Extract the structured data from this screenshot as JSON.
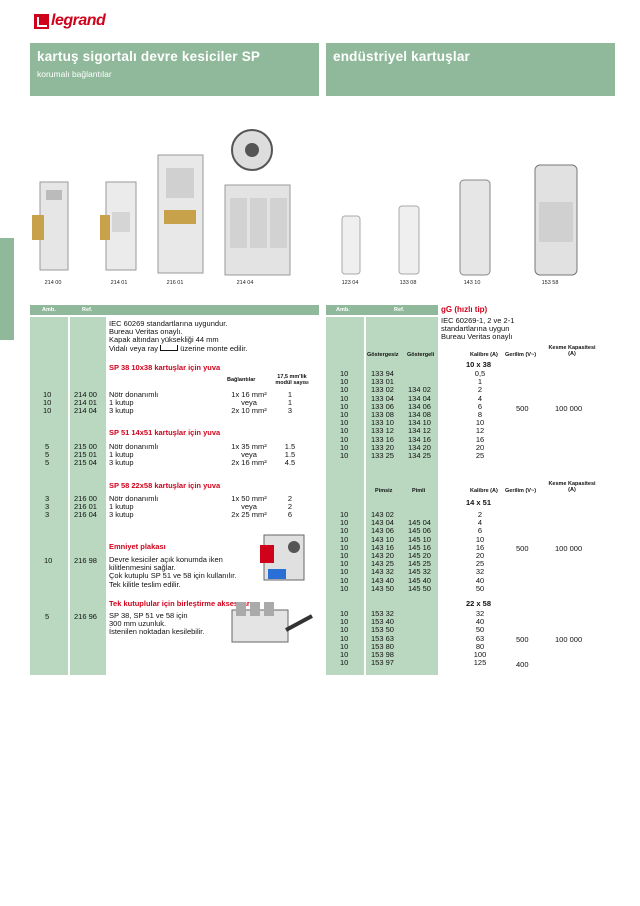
{
  "brand": "legrand",
  "left_header": {
    "title": "kartuş sigortalı devre kesiciler SP",
    "subtitle": "korumalı bağlantılar"
  },
  "right_header": {
    "title": "endüstriyel kartuşlar"
  },
  "product_captions": [
    "214 00",
    "214 01",
    "216 01",
    "214 04",
    "123 04",
    "133 08",
    "143 10",
    "153 58"
  ],
  "left_table": {
    "col_amb": "Amb.",
    "col_ref": "Ref.",
    "intro": [
      "IEC 60269 standartlarına uygundur.",
      "Bureau Veritas onaylı.",
      "Kapak altından yüksekliği 44 mm",
      "Vidalı veya ray",
      "üzerine monte edilir."
    ],
    "sp38_title": "SP 38 10x38 kartuşlar için yuva",
    "sp38_col1": "Bağlantılar",
    "sp38_col2": "17,5 mm'lik modül sayısı",
    "sp38_amb": [
      "10",
      "10",
      "10"
    ],
    "sp38_ref": [
      "214 00",
      "214 01",
      "214 04"
    ],
    "sp38_desc": [
      "Nötr donanımlı",
      "1 kutup",
      "3 kutup"
    ],
    "sp38_conn": [
      "1x 16 mm²",
      "veya",
      "2x 10 mm²"
    ],
    "sp38_mod": [
      "1",
      "1",
      "3"
    ],
    "sp51_title": "SP 51 14x51 kartuşlar için yuva",
    "sp51_amb": [
      "5",
      "5",
      "5"
    ],
    "sp51_ref": [
      "215 00",
      "215 01",
      "215 04"
    ],
    "sp51_desc": [
      "Nötr donanımlı",
      "1 kutup",
      "3 kutup"
    ],
    "sp51_conn": [
      "1x 35 mm²",
      "veya",
      "2x 16 mm²"
    ],
    "sp51_mod": [
      "1.5",
      "1.5",
      "4.5"
    ],
    "sp58_title": "SP 58 22x58 kartuşlar için yuva",
    "sp58_amb": [
      "3",
      "3",
      "3"
    ],
    "sp58_ref": [
      "216 00",
      "216 01",
      "216 04"
    ],
    "sp58_desc": [
      "Nötr donanımlı",
      "1 kutup",
      "3 kutup"
    ],
    "sp58_conn": [
      "1x 50 mm²",
      "veya",
      "2x 25 mm²"
    ],
    "sp58_mod": [
      "2",
      "2",
      "6"
    ],
    "safety_title": "Emniyet plakası",
    "safety_amb": "10",
    "safety_ref": "216 98",
    "safety_desc": [
      "Devre kesiciler açık konumda iken",
      "kilitlenmesini sağlar.",
      "Çok kutuplu SP 51 ve 58 için kullanılır.",
      "Tek kilitle teslim edilir."
    ],
    "busbar_title": "Tek kutuplular için birleştirme aksesuarı",
    "busbar_amb": "5",
    "busbar_ref": "216 96",
    "busbar_desc": [
      "SP 38, SP 51 ve 58 için",
      "300 mm uzunluk.",
      "İstenilen noktadan kesilebilir."
    ]
  },
  "right_table": {
    "col_amb": "Amb.",
    "col_ref": "Ref.",
    "gg_title": "gG (hızlı tip)",
    "intro": [
      "IEC 60269-1, 2 ve 2-1",
      "standartlarına uygun",
      "Bureau Veritas onaylı"
    ],
    "h_a": "Göstergesiz",
    "h_b": "Göstergeli",
    "h_kalibre": "Kalibre (A)",
    "h_gerilim": "Gerilim (V~)",
    "h_kesme": "Kesme Kapasitesi (A)",
    "s1_size": "10 x 38",
    "s1_amb": [
      "10",
      "10",
      "10",
      "10",
      "10",
      "10",
      "10",
      "10",
      "10",
      "10",
      "10"
    ],
    "s1_a": [
      "133 94",
      "133 01",
      "133 02",
      "133 04",
      "133 06",
      "133 08",
      "133 10",
      "133 12",
      "133 16",
      "133 20",
      "133 25"
    ],
    "s1_b": [
      "",
      "",
      "134 02",
      "134 04",
      "134 06",
      "134 08",
      "134 10",
      "134 12",
      "134 16",
      "134 20",
      "134 25"
    ],
    "s1_cal": [
      "0,5",
      "1",
      "2",
      "4",
      "6",
      "8",
      "10",
      "12",
      "16",
      "20",
      "25"
    ],
    "s1_volt": "500",
    "s1_kesme": "100 000",
    "h2_a": "Pimsiz",
    "h2_b": "Pimli",
    "s2_size": "14 x 51",
    "s2_amb": [
      "10",
      "10",
      "10",
      "10",
      "10",
      "10",
      "10",
      "10",
      "10",
      "10"
    ],
    "s2_a": [
      "143 02",
      "143 04",
      "143 06",
      "143 10",
      "143 16",
      "143 20",
      "143 25",
      "143 32",
      "143 40",
      "143 50"
    ],
    "s2_b": [
      "",
      "145 04",
      "145 06",
      "145 10",
      "145 16",
      "145 20",
      "145 25",
      "145 32",
      "145 40",
      "145 50"
    ],
    "s2_cal": [
      "2",
      "4",
      "6",
      "10",
      "16",
      "20",
      "25",
      "32",
      "40",
      "50"
    ],
    "s2_volt": "500",
    "s2_kesme": "100 000",
    "s3_size": "22 x 58",
    "s3_amb": [
      "10",
      "10",
      "10",
      "10",
      "10",
      "10",
      "10"
    ],
    "s3_a": [
      "153 32",
      "153 40",
      "153 50",
      "153 63",
      "153 80",
      "153 98",
      "153 97"
    ],
    "s3_cal": [
      "32",
      "40",
      "50",
      "63",
      "80",
      "100",
      "125"
    ],
    "s3_volt": "500",
    "s3_kesme": "100 000",
    "s3_volt2": "400"
  },
  "colors": {
    "brand_red": "#d0021b",
    "header_green": "#8fb99a",
    "column_green": "#b9d8bf"
  }
}
